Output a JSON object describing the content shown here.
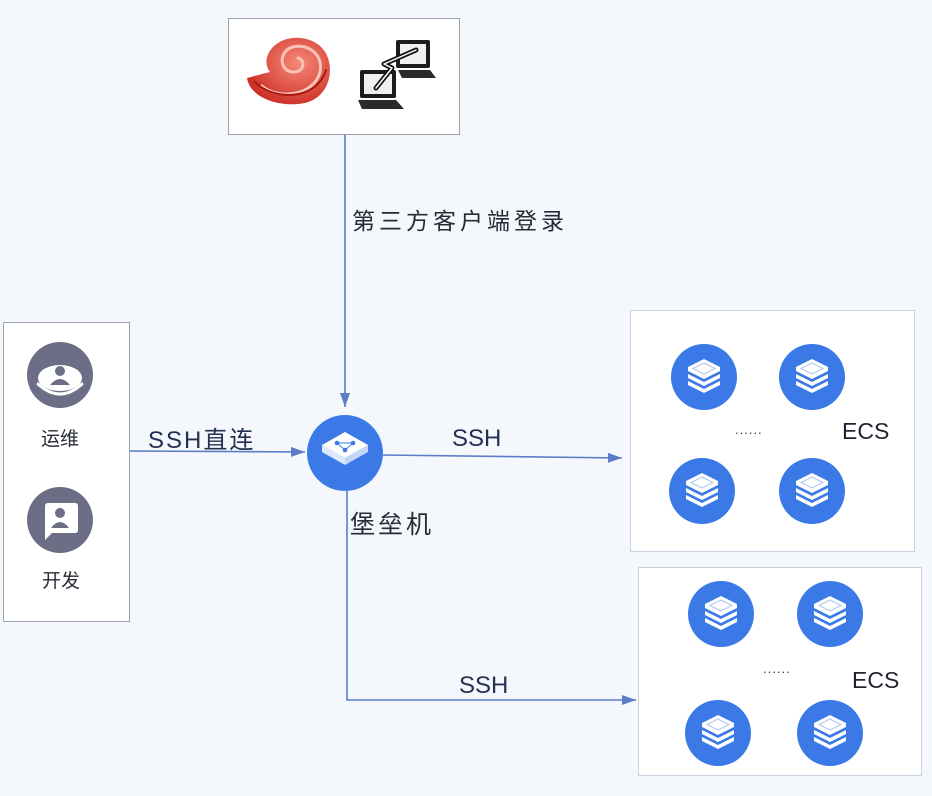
{
  "colors": {
    "accent": "#3b7ae6",
    "line": "#5a7dc6",
    "user_icon": "#6c6e86",
    "client_red": "#c8221b"
  },
  "client_tools": {
    "icons": [
      "red-spiral-icon",
      "network-terminal-icon"
    ]
  },
  "edges": {
    "client_login": "第三方客户端登录",
    "ssh_direct": "SSH直连",
    "ssh_to_ecs_top": "SSH",
    "ssh_to_ecs_bottom": "SSH"
  },
  "users": [
    {
      "label": "运维",
      "icon": "user-badge-icon"
    },
    {
      "label": "开发",
      "icon": "developer-board-icon"
    }
  ],
  "bastion": {
    "label": "堡垒机",
    "icon": "cube-network-icon"
  },
  "ecs_groups": [
    {
      "label": "ECS",
      "ellipsis": "......",
      "icon": "server-layers-icon"
    },
    {
      "label": "ECS",
      "ellipsis": "......",
      "icon": "server-layers-icon"
    }
  ]
}
